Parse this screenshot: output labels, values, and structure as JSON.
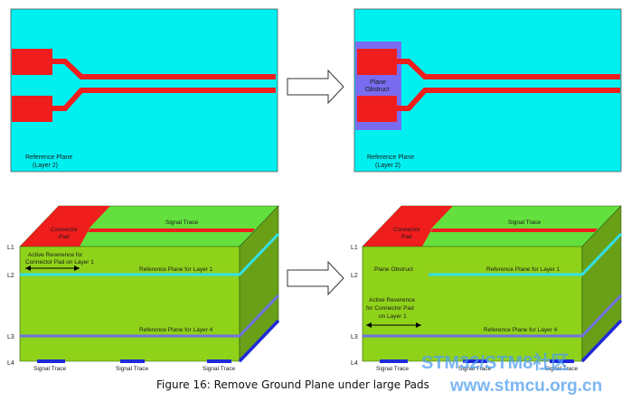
{
  "colors": {
    "plane": "#00f0f0",
    "copper": "#f01d1d",
    "obstruct": "#7a6cf0",
    "green_top": "#63e03d",
    "green_front": "#8fd21a",
    "green_side": "#6aa018",
    "ref_cyan": "#33e0e8",
    "ref_blue": "#7070e0",
    "signal_blue": "#1e2ad8",
    "watermark": "#4f9ff0"
  },
  "top_left": {
    "plane_label_line1": "Reference Plane",
    "plane_label_line2": "(Layer 2)"
  },
  "top_right": {
    "obstruct_line1": "Plane",
    "obstruct_line2": "Obstruct",
    "plane_label_line1": "Reference Plane",
    "plane_label_line2": "(Layer 2)"
  },
  "bottom_left": {
    "pad_line1": "Connector",
    "pad_line2": "Pad",
    "signal_trace_top": "Signal Trace",
    "active_ref_line1": "Active Reverence for",
    "active_ref_line2": "Connector Pad on Layer 1",
    "ref_layer1": "Reference Plane for Layer 1",
    "ref_layer4": "Reference Plane for Layer 4",
    "bottom_traces": [
      "Signal Trace",
      "Signal Trace",
      "Signal Trace"
    ]
  },
  "bottom_right": {
    "pad_line1": "Connector",
    "pad_line2": "Pad",
    "signal_trace_top": "Signal Trace",
    "plane_obstruct": "Plane Obstruct",
    "ref_layer1": "Reference Plane for Layer 1",
    "active_ref_line1": "Active Reverence",
    "active_ref_line2": "for Connector Pad",
    "active_ref_line3": "on Layer 1",
    "ref_layer4": "Reference Plane for Layer 4",
    "bottom_traces": [
      "Signal Trace",
      "Signal Trace",
      "Signal Trace"
    ]
  },
  "layers": [
    "L1",
    "L2",
    "L3",
    "L4"
  ],
  "caption": "Figure 16: Remove Ground Plane under large Pads",
  "watermark": {
    "line1": "STM32/STM8社区",
    "line2": "www.stmcu.org.cn"
  }
}
